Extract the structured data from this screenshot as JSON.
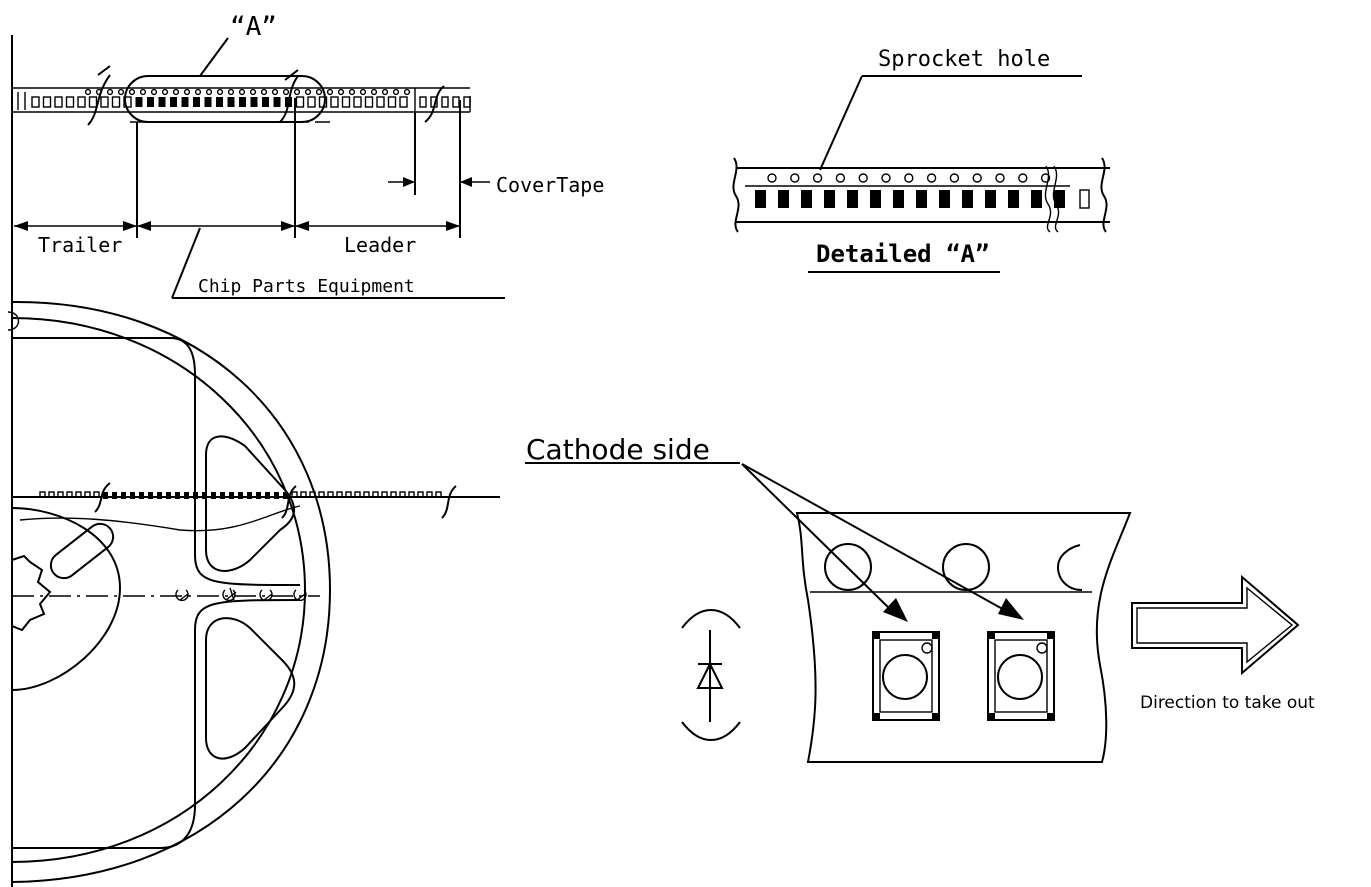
{
  "labels": {
    "view_a": "“A”",
    "sprocket_hole": "Sprocket hole",
    "cover_tape": "CoverTape",
    "trailer": "Trailer",
    "leader": "Leader",
    "chip_parts_equipment": "Chip Parts Equipment",
    "detailed_a": "Detailed “A”",
    "cathode_side": "Cathode side",
    "direction": "Direction to take  out"
  }
}
